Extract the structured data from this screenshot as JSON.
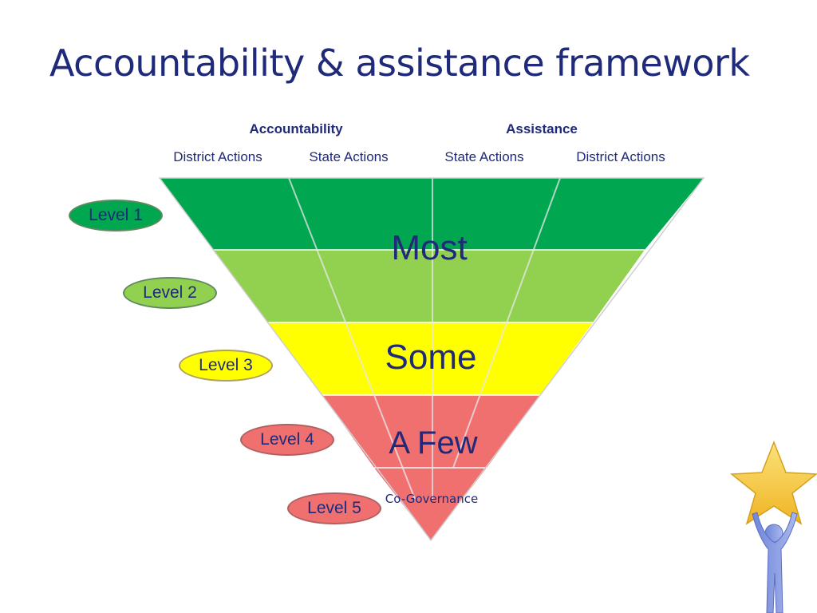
{
  "title": "Accountability & assistance framework",
  "headers": {
    "accountability": "Accountability",
    "assistance": "Assistance",
    "subheaders": [
      "District Actions",
      "State Actions",
      "State Actions",
      "District Actions"
    ]
  },
  "levels": [
    {
      "label": "Level 1",
      "fill": "#00a650",
      "stroke": "#5f8a5f"
    },
    {
      "label": "Level 2",
      "fill": "#92d050",
      "stroke": "#5f8a5f"
    },
    {
      "label": "Level 3",
      "fill": "#ffff00",
      "stroke": "#b0a060"
    },
    {
      "label": "Level 4",
      "fill": "#f07070",
      "stroke": "#b06060"
    },
    {
      "label": "Level 5",
      "fill": "#f07070",
      "stroke": "#b06060"
    }
  ],
  "bands": {
    "most": "Most",
    "some": "Some",
    "a_few": "A Few",
    "co_governance": "Co-Governance"
  },
  "colors": {
    "title": "#1f2a7a",
    "green": "#00a650",
    "light_green": "#92d050",
    "yellow": "#ffff00",
    "red": "#f07070",
    "star": "#f7c93b",
    "figure": "#8a9de0"
  },
  "icons": {
    "mascot": "star-holding-figure-icon"
  }
}
